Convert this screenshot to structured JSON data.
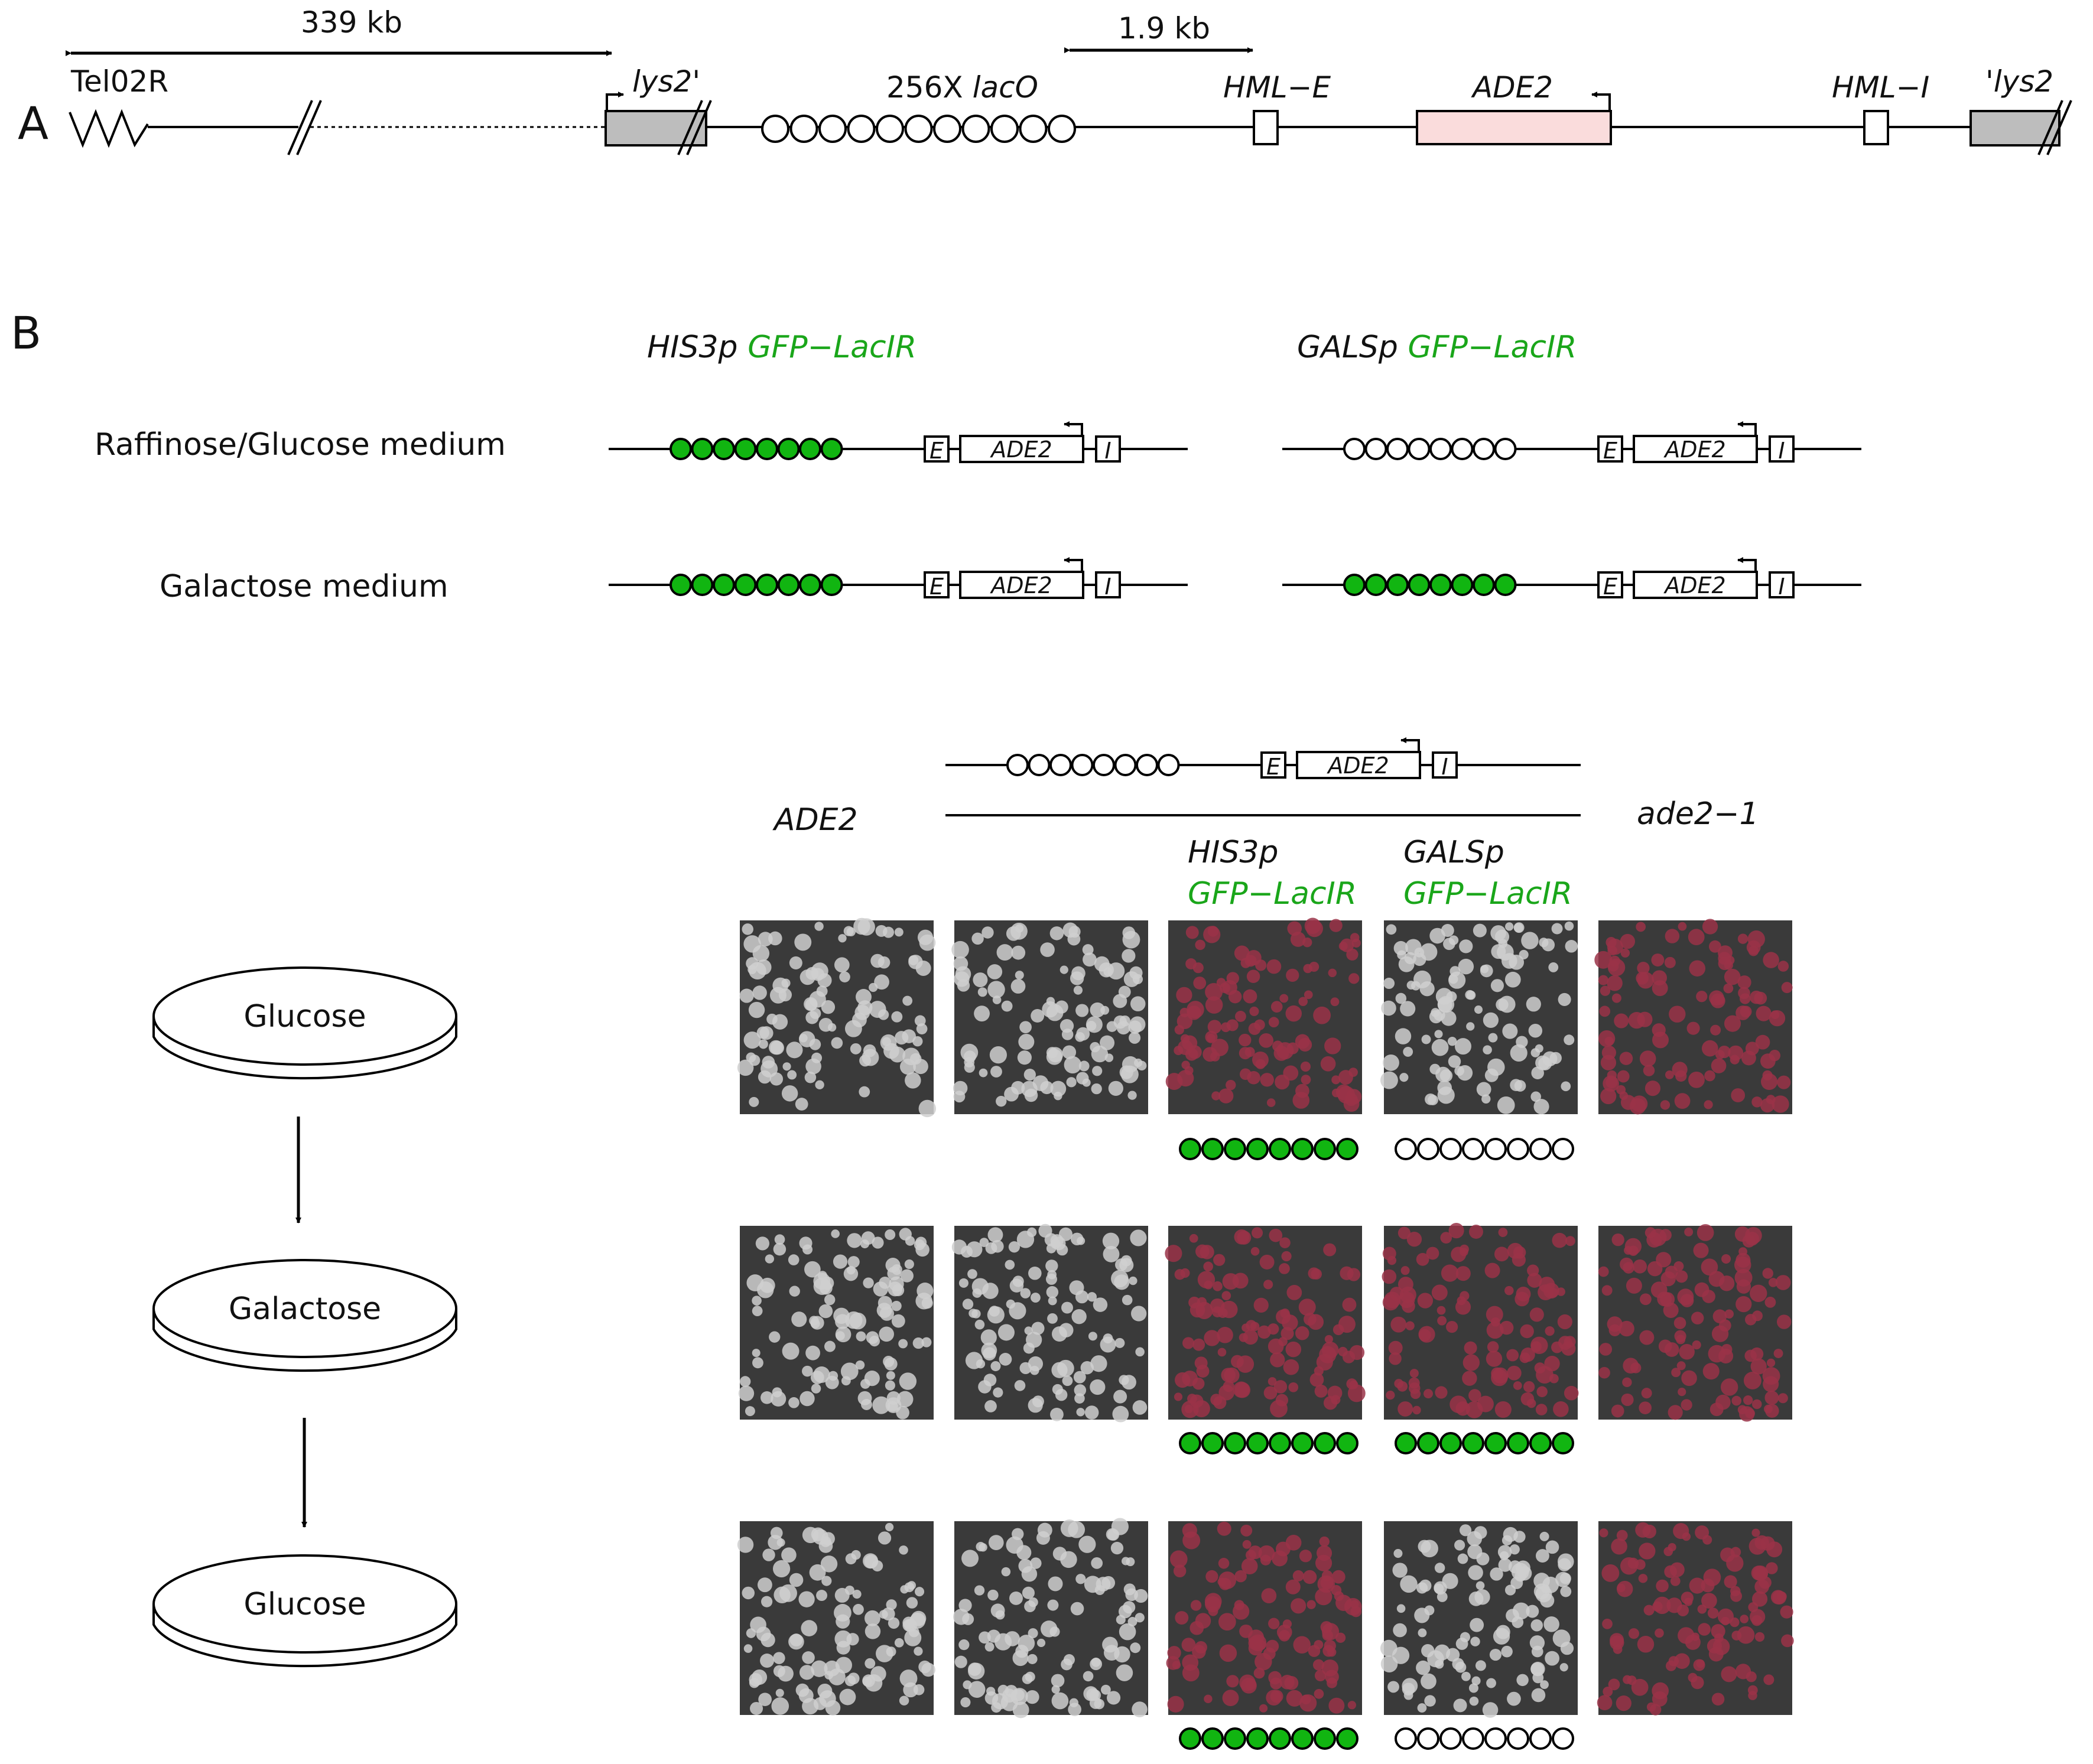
{
  "panel_a": {
    "label": "A",
    "telomere_label": "Tel02R",
    "distance_1": "339 kb",
    "distance_2": "1.9 kb",
    "lys2_left": "lys2'",
    "laco_label_prefix": "256X ",
    "laco_label_gene": "lacO",
    "hml_e_label": "HML−E",
    "ade2_label": "ADE2",
    "hml_i_label": "HML−I",
    "lys2_right": "'lys2",
    "ade2_box_color": "#fadcdc",
    "lys2_box_color": "#bdbdbd"
  },
  "panel_b": {
    "label": "B",
    "construct_1_prefix": "HIS3p ",
    "construct_1_fusion": "GFP−LacIR",
    "construct_2_prefix": "GALSp ",
    "construct_2_fusion": "GFP−LacIR",
    "medium_1": "Raffinose/Glucose medium",
    "medium_2": "Galactose medium",
    "schematic_e": "E",
    "schematic_ade2": "ADE2",
    "schematic_i": "I",
    "col_ade2_header": "ADE2",
    "col_ade21_header": "ade2−1",
    "col_his3p_line1": "HIS3p",
    "col_his3p_line2": "GFP−LacIR",
    "col_gals_line1": "GALSp",
    "col_gals_line2": "GFP−LacIR",
    "plate_1": "Glucose",
    "plate_2": "Galactose",
    "plate_3": "Glucose",
    "gfp_color": "#11b511",
    "colony_white": "#cfcfcf",
    "colony_red": "#9a3248",
    "photo_bg": "#3a3a3a",
    "photo_rows": [
      [
        "white",
        "white",
        "red",
        "white",
        "red"
      ],
      [
        "white",
        "white",
        "red",
        "red",
        "red"
      ],
      [
        "white",
        "white",
        "red",
        "white",
        "red"
      ]
    ],
    "bead_rows": [
      {
        "his3p": "filled",
        "gals": "empty"
      },
      {
        "his3p": "filled",
        "gals": "filled"
      },
      {
        "his3p": "filled",
        "gals": "empty"
      }
    ]
  }
}
